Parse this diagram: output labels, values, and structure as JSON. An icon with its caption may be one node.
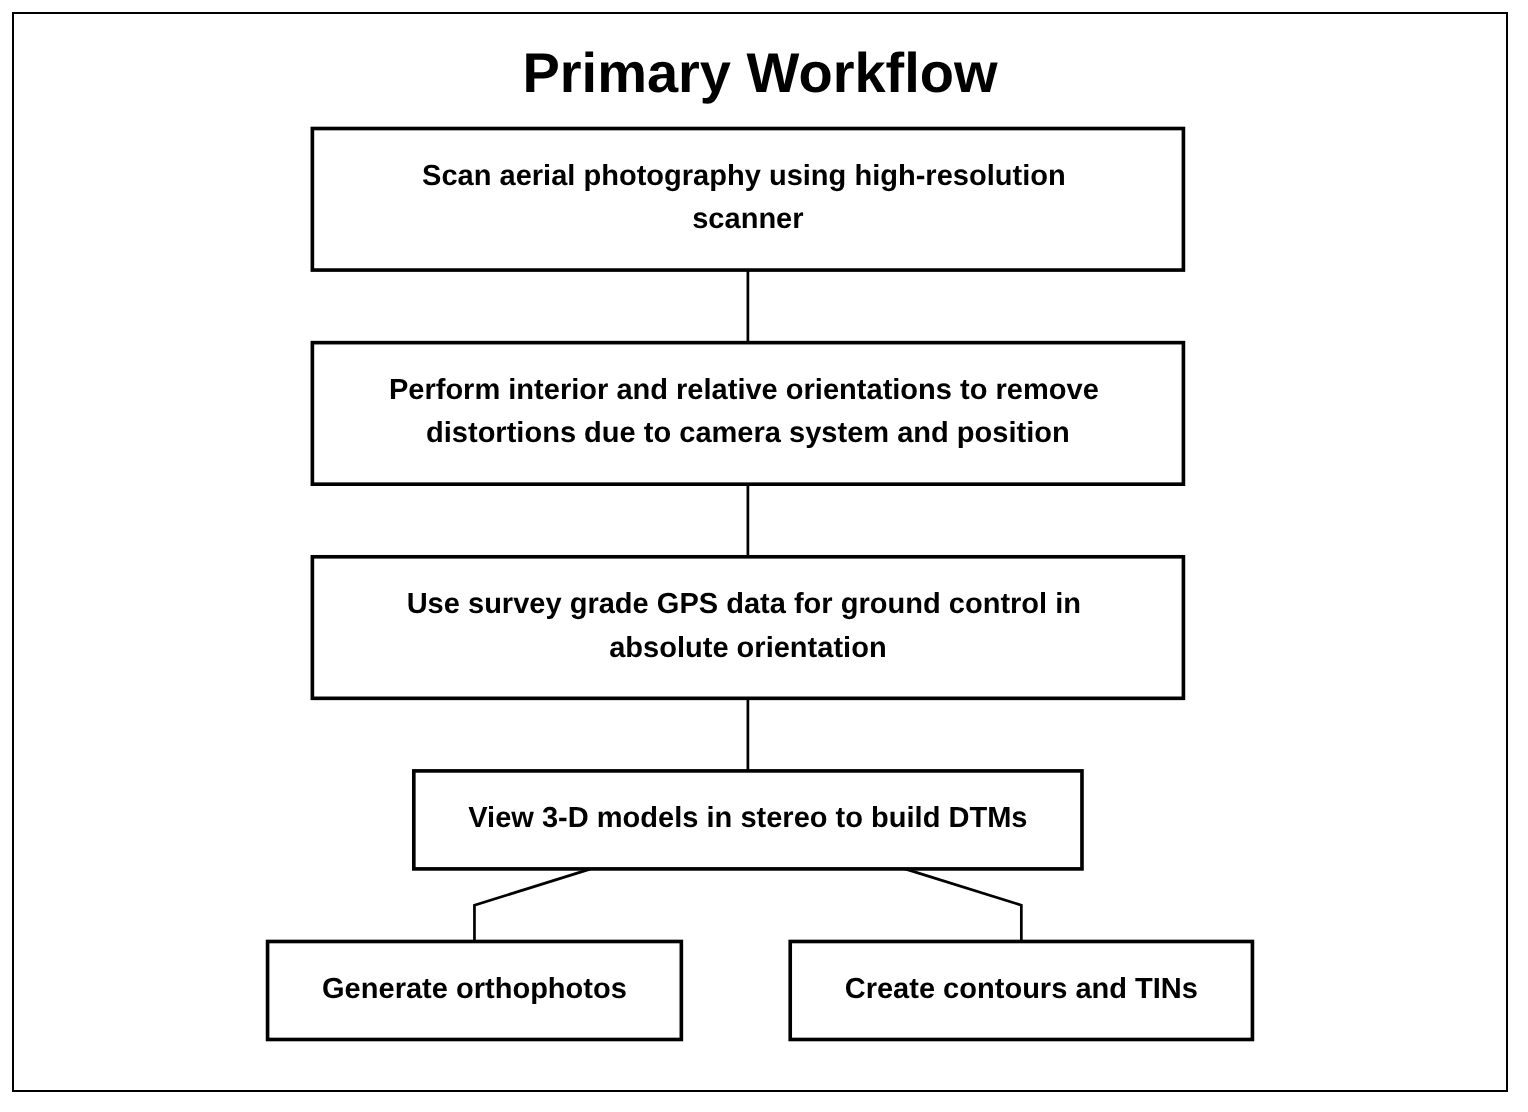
{
  "diagram": {
    "title": "Primary Workflow",
    "nodes": [
      {
        "text": [
          "Scan aerial photography using high-resolution scanner"
        ]
      },
      {
        "text": [
          "Perform interior and relative orientations to remove distortions due to camera system and position"
        ]
      },
      {
        "text": [
          "Use survey grade GPS data for ground control in absolute orientation"
        ]
      },
      {
        "text": [
          "View 3-D models in stereo to build DTMs"
        ]
      },
      {
        "text": [
          "Generate orthophotos"
        ]
      },
      {
        "text": [
          "Create contours and TINs"
        ]
      }
    ],
    "edges": [
      {
        "from": 0,
        "to": 1,
        "arrow": "none"
      },
      {
        "from": 1,
        "to": 2,
        "arrow": "none"
      },
      {
        "from": 2,
        "to": 3,
        "arrow": "none"
      },
      {
        "from": 3,
        "to": 4,
        "arrow": "none"
      },
      {
        "from": 3,
        "to": 5,
        "arrow": "none"
      }
    ]
  }
}
